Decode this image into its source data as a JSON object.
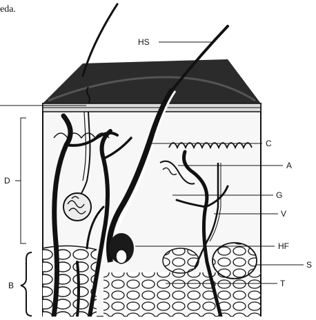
{
  "caption_fragment": "eda.",
  "labels": {
    "HS": "HS",
    "C": "C",
    "A": "A",
    "G": "G",
    "V": "V",
    "HF": "HF",
    "S": "S",
    "T": "T",
    "D": "D",
    "B": "B"
  },
  "style": {
    "ink": "#111111",
    "paper": "#ffffff",
    "epidermis": "#2b2b2b"
  }
}
